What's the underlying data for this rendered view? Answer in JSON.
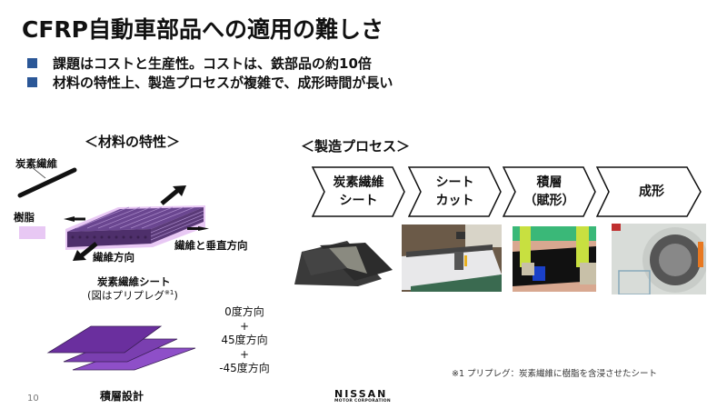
{
  "slide": {
    "title": "CFRP自動車部品への適用の難しさ",
    "bullets": [
      {
        "text": "課題はコストと生産性。コストは、鉄部品の約10倍"
      },
      {
        "text": "材料の特性上、製造プロセスが複雑で、成形時間が長い"
      }
    ],
    "bullet_color": "#2b5797",
    "page_number": "10"
  },
  "material": {
    "heading": "＜材料の特性＞",
    "carbon_fiber_label": "炭素繊維",
    "resin_label": "樹脂",
    "fiber_direction_label": "繊維方向",
    "perpendicular_label": "繊維と垂直方向",
    "sheet_label": "炭素繊維シート",
    "sheet_note": "(図はプリプレグ",
    "sheet_note_sup": "※1",
    "sheet_note_close": ")",
    "resin_color": "#e8c8f4",
    "fiber_color": "#5a3a78",
    "layup": {
      "directions": [
        "0度方向",
        "+",
        "45度方向",
        "+",
        "-45度方向"
      ],
      "label": "積層設計",
      "layer_color": "#7a3fb0"
    }
  },
  "process": {
    "heading": "＜製造プロセス＞",
    "steps": [
      {
        "line1": "炭素繊維",
        "line2": "シート",
        "photo": "carbon-fiber-sheet-photo"
      },
      {
        "line1": "シート",
        "line2": "カット",
        "photo": "sheet-cutting-machine-photo"
      },
      {
        "line1": "積層",
        "line2": "（賦形）",
        "photo": "layup-shaping-photo"
      },
      {
        "line1": "成形",
        "line2": "",
        "photo": "autoclave-molding-photo"
      }
    ]
  },
  "footnote": "※1 プリプレグ：炭素繊維に樹脂を含浸させたシート",
  "logo": {
    "main": "NISSAN",
    "sub": "MOTOR CORPORATION"
  }
}
